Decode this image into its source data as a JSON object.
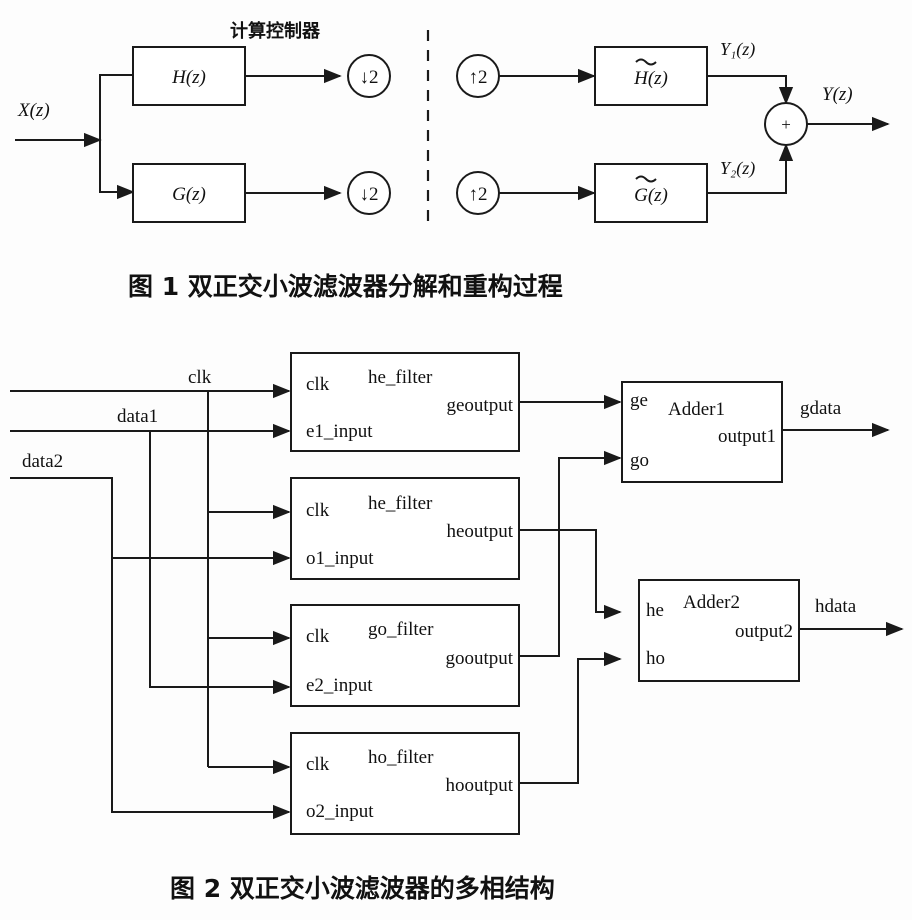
{
  "figure1": {
    "controller_label": "计算控制器",
    "input_label": "X(z)",
    "h_filter": "H(z)",
    "g_filter": "G(z)",
    "downsample": "↓2",
    "upsample": "↑2",
    "h_synth": "H(z)",
    "g_synth": "G(z)",
    "y1_label": "Y₁(z)",
    "y2_label": "Y₂(z)",
    "sum_symbol": "+",
    "output_label": "Y(z)",
    "caption": "图 1   双正交小波滤波器分解和重构过程"
  },
  "figure2": {
    "inputs": {
      "clk": "clk",
      "data1": "data1",
      "data2": "data2"
    },
    "filters": [
      {
        "name": "he_filter",
        "port_clk": "clk",
        "port_in": "e1_input",
        "port_out": "geoutput"
      },
      {
        "name": "he_filter",
        "port_clk": "clk",
        "port_in": "o1_input",
        "port_out": "heoutput"
      },
      {
        "name": "go_filter",
        "port_clk": "clk",
        "port_in": "e2_input",
        "port_out": "gooutput"
      },
      {
        "name": "ho_filter",
        "port_clk": "clk",
        "port_in": "o2_input",
        "port_out": "hooutput"
      }
    ],
    "adders": [
      {
        "name": "Adder1",
        "in_a": "ge",
        "in_b": "go",
        "out": "output1",
        "result": "gdata"
      },
      {
        "name": "Adder2",
        "in_a": "he",
        "in_b": "ho",
        "out": "output2",
        "result": "hdata"
      }
    ],
    "caption": "图 2   双正交小波滤波器的多相结构"
  }
}
